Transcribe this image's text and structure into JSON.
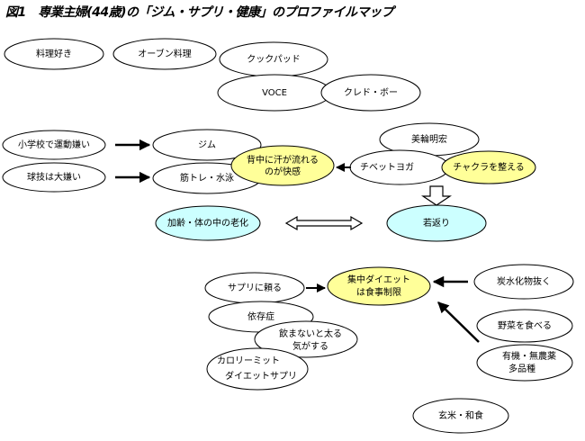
{
  "title": "図1　専業主婦(44歳)の「ジム・サプリ・健康」のプロファイルマップ",
  "colors": {
    "yellow_fill": "#ffff99",
    "cyan_fill": "#ccffff",
    "white_fill": "#ffffff",
    "stroke": "#000000"
  },
  "nodes": {
    "ryouri_zuki": {
      "label": "料理好き"
    },
    "orange_page": {
      "label": "オーブン料理"
    },
    "cookpad": {
      "label": "クックパッド"
    },
    "voce": {
      "label": "VOCE"
    },
    "cle_de_peau": {
      "label": "クレド・ボー"
    },
    "shougakkou": {
      "label": "小学校で運動嫌い"
    },
    "kyuugi": {
      "label": "球技は大嫌い"
    },
    "gym": {
      "label": "ジム"
    },
    "kintore": {
      "label": "筋トレ・水泳"
    },
    "sweat": {
      "lines": [
        "背中に汗が流れる",
        "のが快感"
      ]
    },
    "miwa": {
      "label": "美輪明宏"
    },
    "tibet_yoga": {
      "label": "チベットヨガ"
    },
    "chakra": {
      "label": "チャクラを整える"
    },
    "aging": {
      "label": "加齢・体の中の老化"
    },
    "wakagaeri": {
      "label": "若返り"
    },
    "supplement": {
      "label": "サプリに頼る"
    },
    "diet": {
      "lines": [
        "集中ダイエット",
        "は食事制限"
      ]
    },
    "carb": {
      "label": "炭水化物抜く"
    },
    "izon": {
      "label": "依存症"
    },
    "nomanai": {
      "lines": [
        "飲まないと太る",
        "気がする"
      ]
    },
    "yasai": {
      "label": "野菜を食べる"
    },
    "calorie": {
      "lines": [
        "カロリーミット",
        "ダイエットサプリ"
      ]
    },
    "yuuki": {
      "lines": [
        "有機・無農薬",
        "多品種"
      ]
    },
    "genmai": {
      "label": "玄米・和食"
    }
  }
}
